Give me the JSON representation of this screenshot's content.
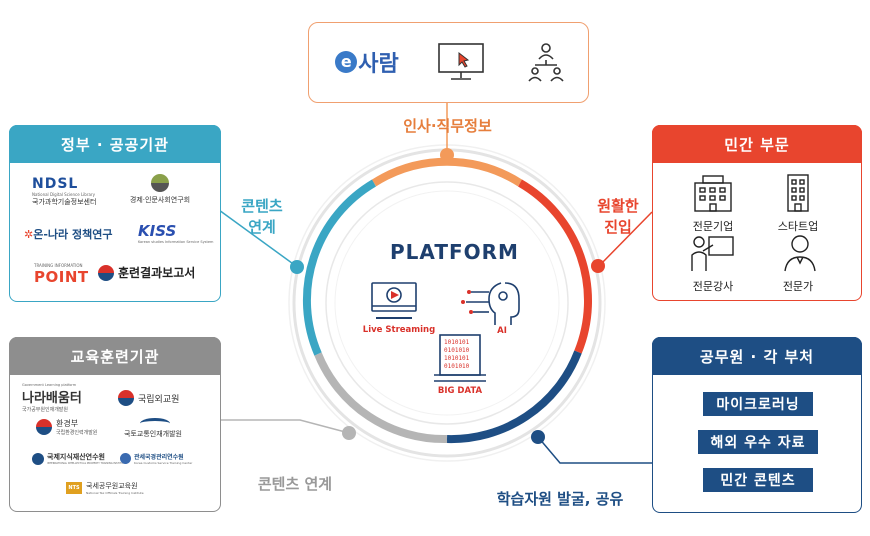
{
  "top": {
    "logo_esaram_e": "e",
    "logo_esaram_text": "사람",
    "label": "인사·직무정보"
  },
  "platform": {
    "title": "PLATFORM",
    "live_streaming": "Live Streaming",
    "ai": "AI",
    "big_data": "BIG DATA"
  },
  "gov": {
    "header": "정부 · 공공기관",
    "logos": {
      "ndsl": "NDSL",
      "ndsl_sub1": "National Digital Science Library",
      "ndsl_sub2": "국가과학기술정보센터",
      "nrc": "경제·인문사회연구회",
      "prism": "온-나라 정책연구",
      "kiss": "KISS",
      "kiss_sub": "Korean studies Information Service System",
      "point_small": "TRAINING INFORMATION",
      "point": "POINT",
      "report": "훈련결과보고서"
    }
  },
  "edu": {
    "header": "교육훈련기관",
    "logos": {
      "nara_small": "Government Learning platform",
      "nara": "나라배움터",
      "nara_sub": "국가공무원인재개발원",
      "kndc": "국립외교원",
      "env": "환경부",
      "env_sub": "국립환경인력개발원",
      "molit": "국토교통인재개발원",
      "intl": "국제지식재산연수원",
      "intl_sub": "INTERNATIONAL INTELLECTUAL PROPERTY TRAINING INSTITUTE",
      "customs": "관세국경관리연수원",
      "customs_sub": "Korea Customs Service Training Center",
      "nts_badge": "NTS",
      "nts": "국세공무원교육원",
      "nts_sub": "National Tax Officials Training Institute"
    }
  },
  "priv": {
    "header": "민간 부문",
    "items": [
      "전문기업",
      "스타트업",
      "전문강사",
      "전문가"
    ]
  },
  "pub": {
    "header": "공무원 · 각 부처",
    "buttons": [
      "마이크로러닝",
      "해외 우수 자료",
      "민간 콘텐츠"
    ]
  },
  "labels": {
    "content_link_left_1": "콘텐츠",
    "content_link_left_2": "연계",
    "smooth_entry_1": "원활한",
    "smooth_entry_2": "진입",
    "content_link_bottom": "콘텐츠 연계",
    "discover_share": "학습자원 발굴, 공유"
  },
  "colors": {
    "orange": "#f39a5a",
    "red": "#e8452e",
    "navy": "#1e4e84",
    "teal": "#3aa6c4",
    "gray": "#b5b5b5",
    "platform_navy": "#1e3f6e",
    "accent_red": "#d9312a"
  }
}
